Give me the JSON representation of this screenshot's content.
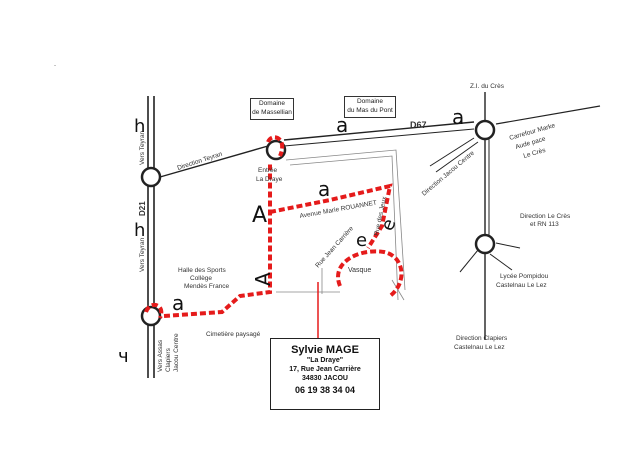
{
  "corner_mark": "`",
  "domaines": {
    "massellian": [
      "Domaine",
      "de Massellian"
    ],
    "mas_du_pont": [
      "Domaine",
      "du Mas du Pont"
    ]
  },
  "roads": {
    "d67": "D67",
    "d21": "D21",
    "vers_teyran_top": "Vers Teyran",
    "vers_teyran_bottom": "Vers Teyran",
    "vers_assas": [
      "Vers Assas",
      "Clapiers",
      "Jacou Centre"
    ],
    "direction_teyran": "Direction Teyran",
    "direction_jacou_centre": "Direction Jacou Centre",
    "za_du_crès": "Z.I. du Crès",
    "carrefour": [
      "Carrefour Marke",
      "Aude pace",
      "Le Crès"
    ],
    "direction_le_crès": [
      "Direction Le Crès",
      "et RN 113"
    ],
    "lycée": [
      "Lycée Pompidou",
      "Castelnau Le Lez"
    ],
    "direction_clapiers": [
      "Direction Clapiers",
      "Castelnau Le Lez"
    ],
    "avenue_rouanet": "Avenue Marie ROUANNET",
    "rue_jean_carriere": "Rue Jean Carrière",
    "rue_des_jeux": "Rue des Jeux"
  },
  "places": {
    "entree": [
      "Entrée",
      "La Draye"
    ],
    "halle": [
      "Halle des Sports",
      "Collège",
      "Mendès France"
    ],
    "cimetiere": "Cimetière paysagé",
    "vasque": "Vasque"
  },
  "symbols": {
    "h1": "h",
    "h2": "h",
    "a1": "a",
    "a2": "a",
    "a3": "a",
    "a4": "a",
    "e1": "e",
    "e2": "e",
    "A1": "A",
    "A2": "A",
    "sym_bottom": "ч"
  },
  "contact": {
    "name": "Sylvie MAGE",
    "place": "\"La Draye\"",
    "street": "17, Rue Jean Carrière",
    "city": "34830 JACOU",
    "phone": "06 19 38 34 04"
  },
  "colors": {
    "route": "#e51b1b",
    "road": "#222222"
  }
}
